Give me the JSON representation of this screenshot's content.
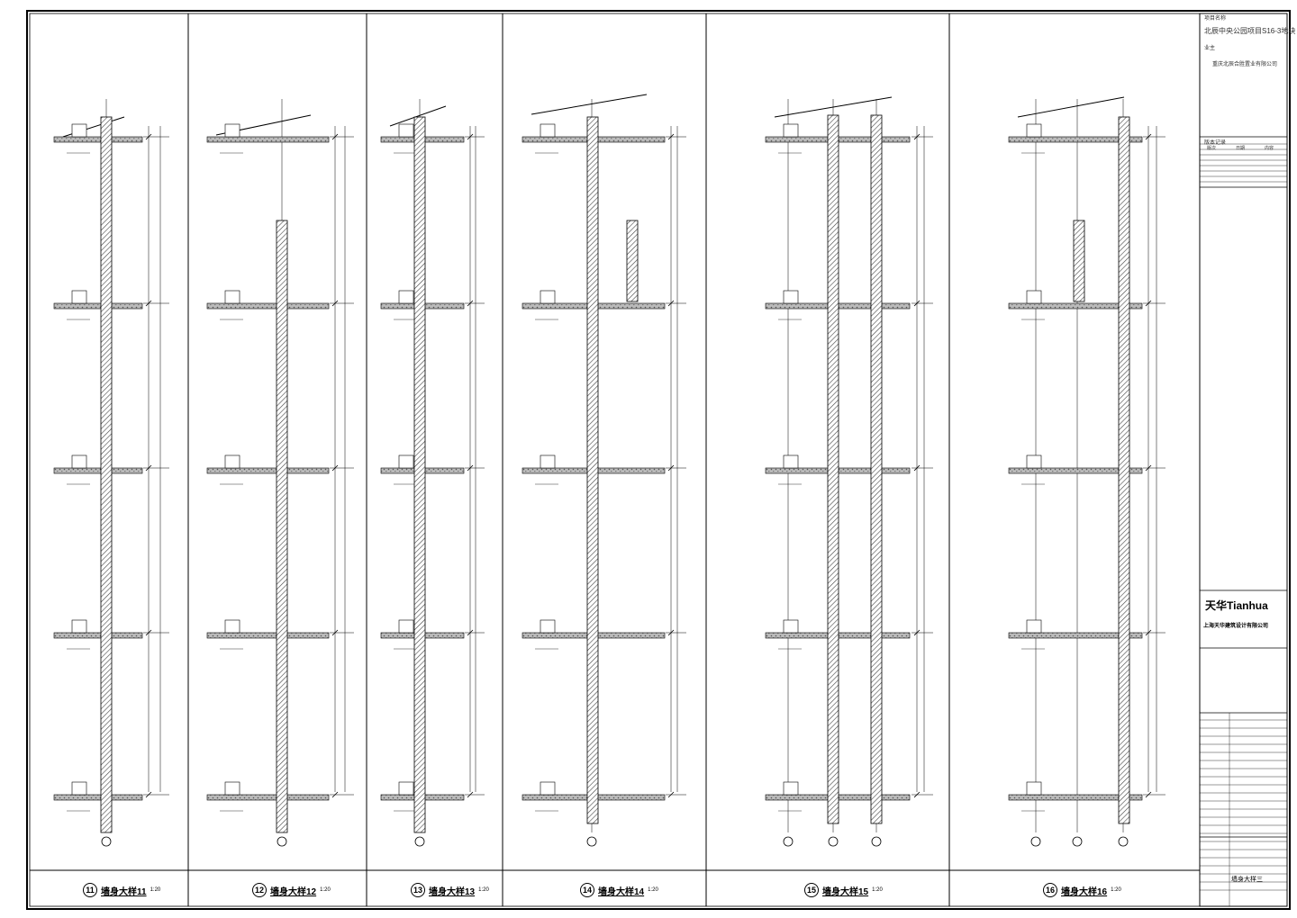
{
  "title_block": {
    "project_label": "项目名称",
    "project_name": "北辰中央公园项目S16-3地块",
    "client_label": "业主",
    "client_name": "重庆北辰合胜置业有限公司",
    "revision_label": "版本记录",
    "revision_headers": [
      "版次",
      "日期",
      "内容"
    ],
    "logo_text": "天华Tianhua",
    "company_name": "上海天华建筑设计有限公司",
    "drawing_title": "墙身大样三"
  },
  "details": [
    {
      "num": "11",
      "title": "墙身大样11",
      "scale": "1:20"
    },
    {
      "num": "12",
      "title": "墙身大样12",
      "scale": "1:20"
    },
    {
      "num": "13",
      "title": "墙身大样13",
      "scale": "1:20"
    },
    {
      "num": "14",
      "title": "墙身大样14",
      "scale": "1:20"
    },
    {
      "num": "15",
      "title": "墙身大样15",
      "scale": "1:20"
    },
    {
      "num": "16",
      "title": "墙身大样16",
      "scale": "1:20"
    }
  ]
}
